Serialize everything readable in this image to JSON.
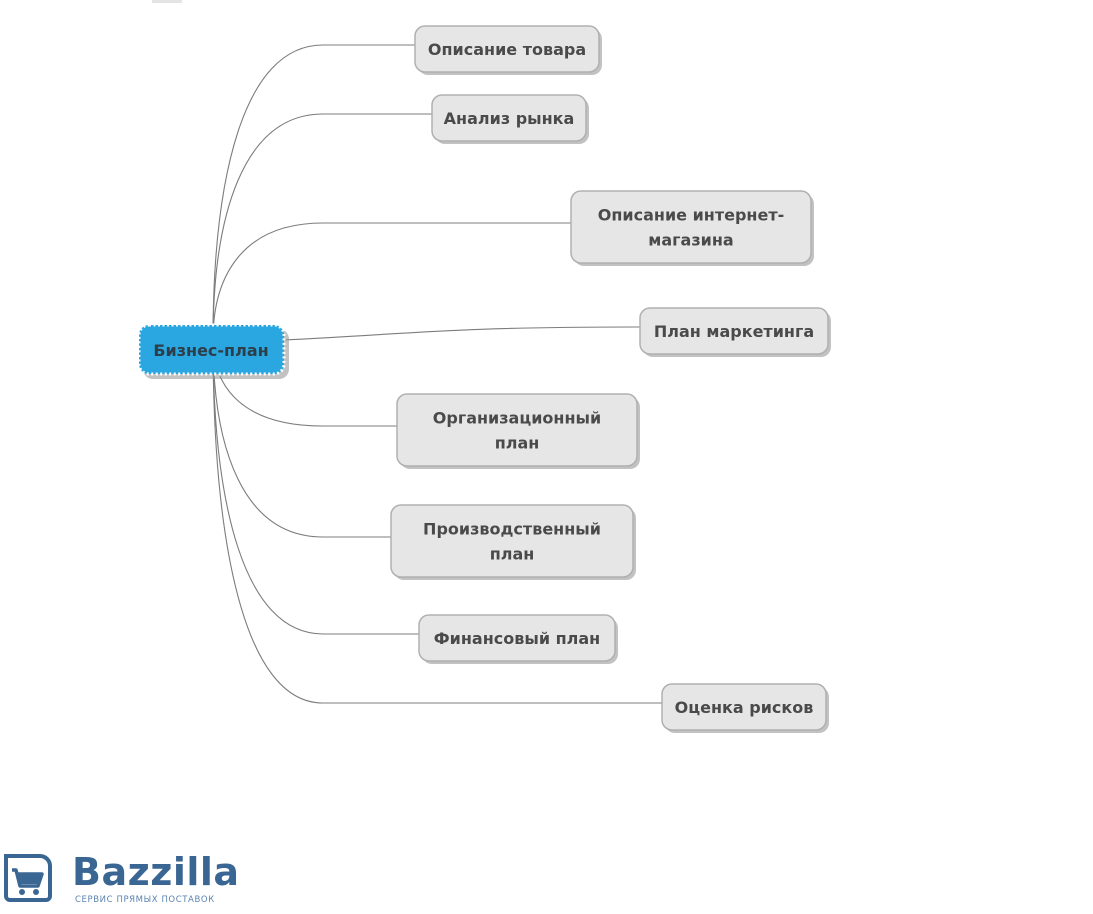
{
  "diagram": {
    "center": {
      "label": "Бизнес-план"
    },
    "branches": [
      {
        "lines": [
          "Описание товара"
        ]
      },
      {
        "lines": [
          "Анализ рынка"
        ]
      },
      {
        "lines": [
          "Описание интернет-",
          "магазина"
        ]
      },
      {
        "lines": [
          "План маркетинга"
        ]
      },
      {
        "lines": [
          "Организационный",
          "план"
        ]
      },
      {
        "lines": [
          "Производственный",
          "план"
        ]
      },
      {
        "lines": [
          "Финансовый план"
        ]
      },
      {
        "lines": [
          "Оценка рисков"
        ]
      }
    ],
    "colors": {
      "center_fill": "#2aa7e0",
      "node_fill": "#e6e6e6",
      "node_text": "#4a4a4a",
      "connector": "#7c7c7c"
    }
  },
  "logo": {
    "name": "Bazzilla",
    "tagline": "СЕРВИС ПРЯМЫХ ПОСТАВОК",
    "icon": "shopping-cart-icon",
    "color": "#3a6694"
  }
}
